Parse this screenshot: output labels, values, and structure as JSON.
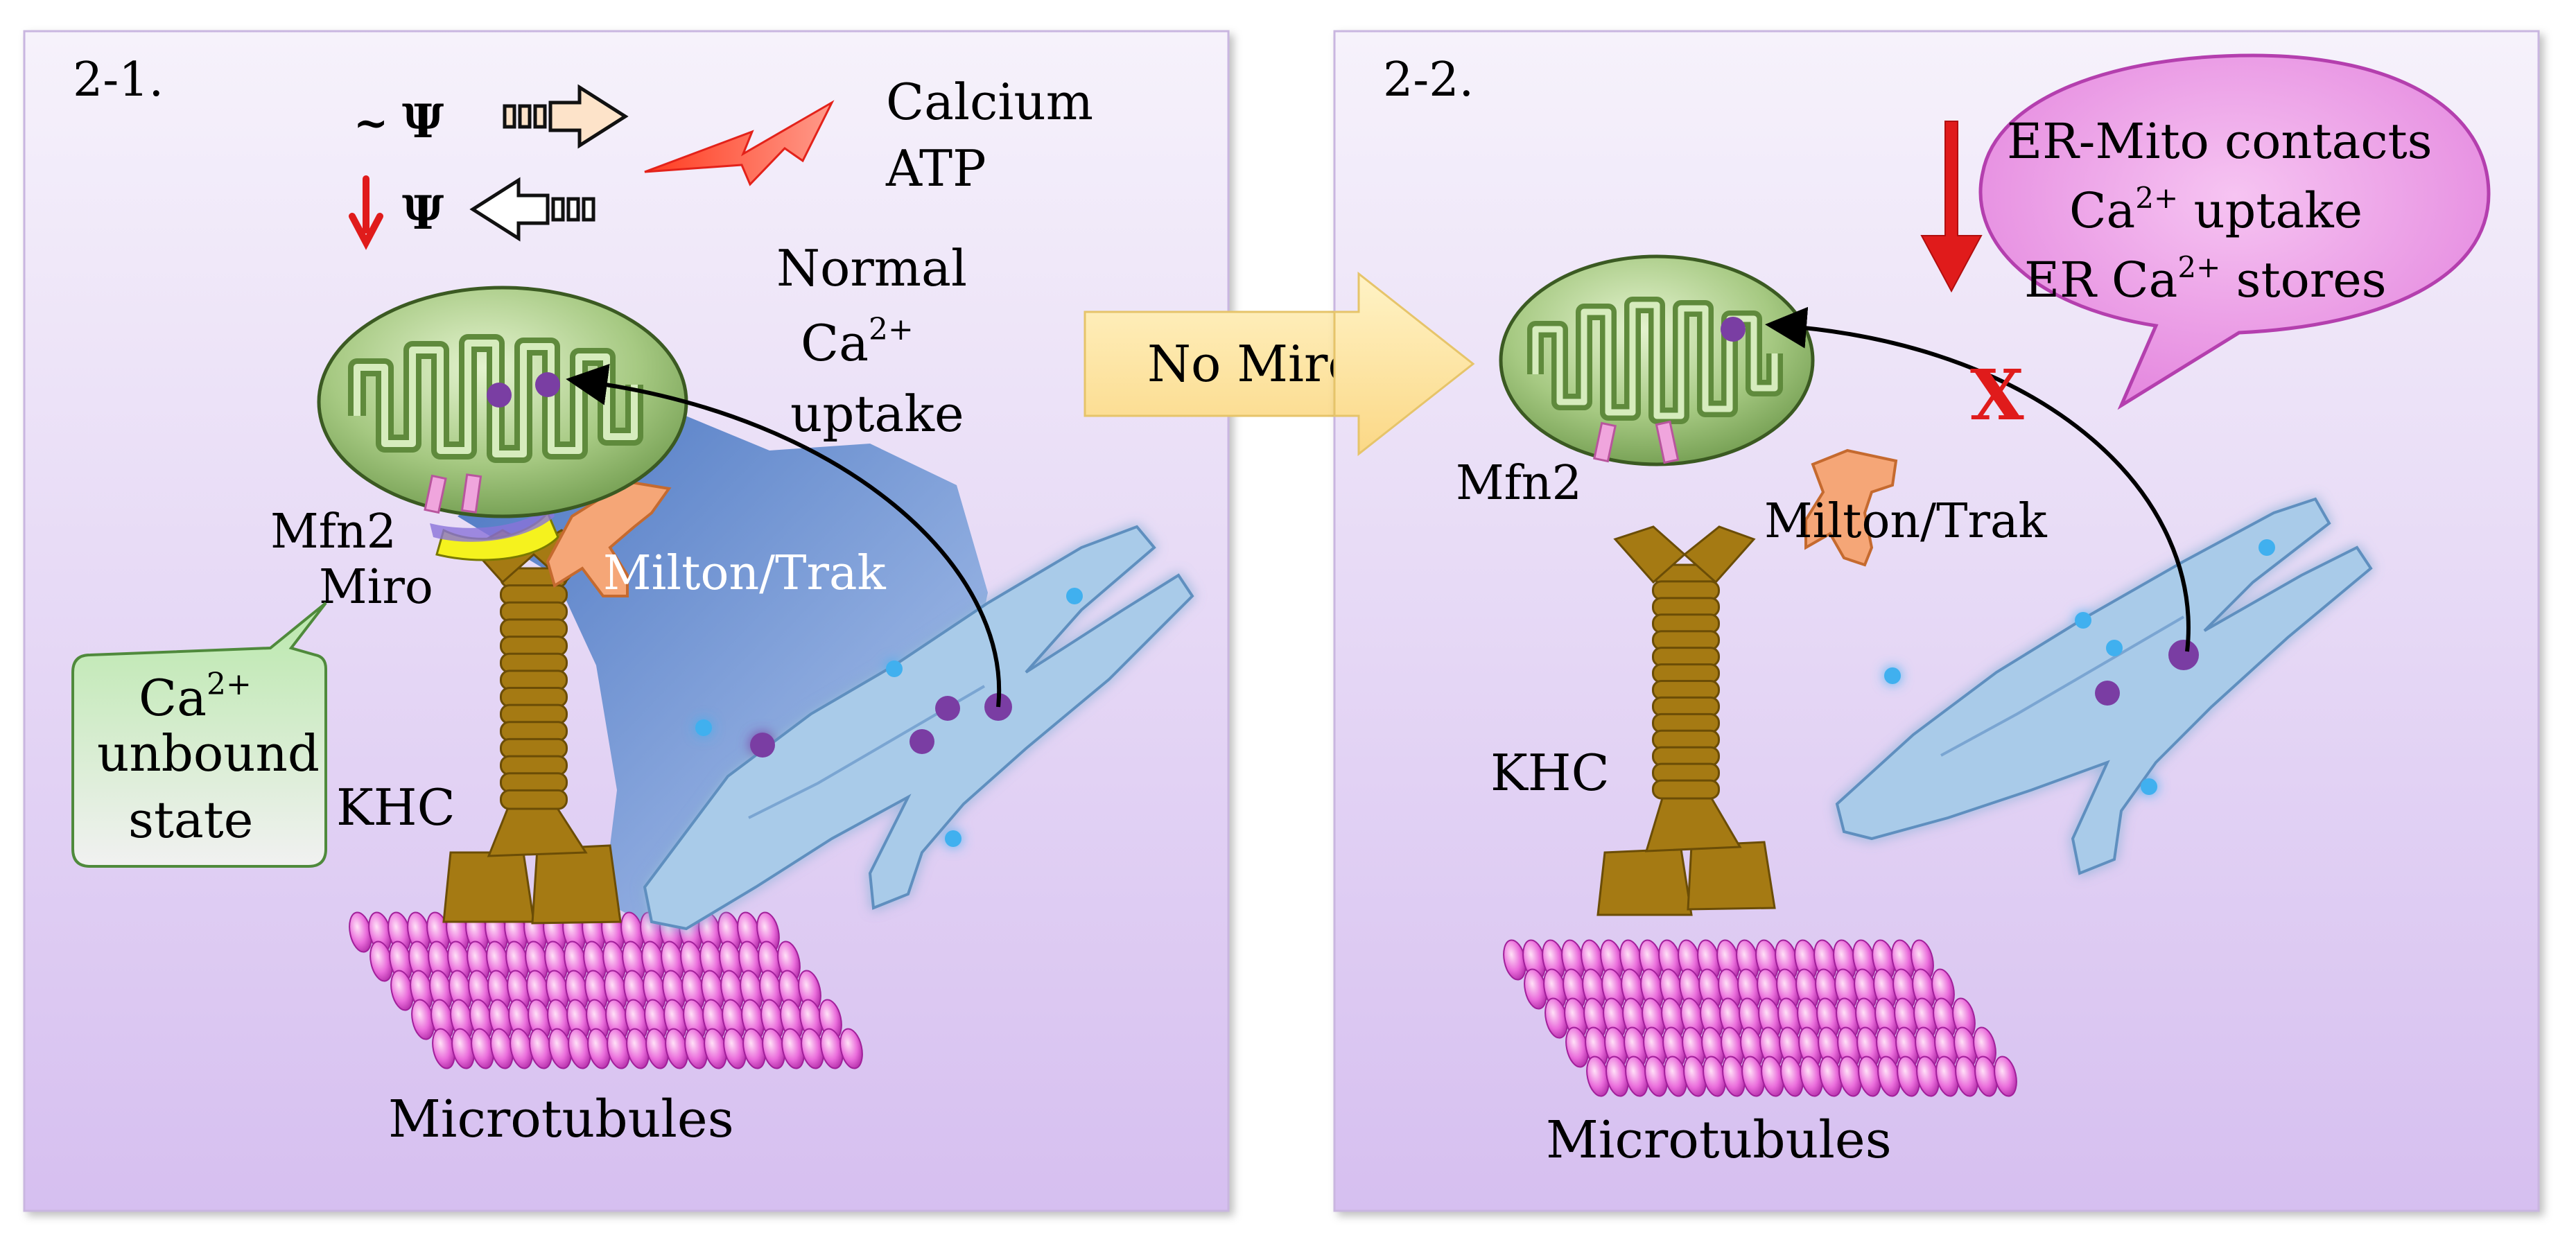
{
  "panel1": {
    "label": "2-1.",
    "psi_symbol": "Ψ",
    "psi_tilde": "~",
    "stimulus_line1": "Calcium",
    "stimulus_line2": "ATP",
    "uptake_line1": "Normal",
    "uptake_line2_base": "Ca",
    "uptake_line2_sup": "2+",
    "uptake_line3": "uptake",
    "mfn2": "Mfn2",
    "miro": "Miro",
    "milton": "Milton/Trak",
    "khc": "KHC",
    "state_line1_base": "Ca",
    "state_line1_sup": "2+",
    "state_line2": "unbound",
    "state_line3": "state",
    "microtubules": "Microtubules"
  },
  "transition": {
    "label": "No Miro"
  },
  "panel2": {
    "label": "2-2.",
    "bubble_line1": "ER-Mito contacts",
    "bubble_line2_base": "Ca",
    "bubble_line2_sup": "2+",
    "bubble_line2_rest": " uptake",
    "bubble_line3_pre": "ER Ca",
    "bubble_line3_sup": "2+",
    "bubble_line3_rest": " stores",
    "blocked_mark": "X",
    "mfn2": "Mfn2",
    "milton": "Milton/Trak",
    "khc": "KHC",
    "microtubules": "Microtubules"
  },
  "colors": {
    "panel_top": "#f4effa",
    "panel_bottom": "#d8c3f0",
    "mitochondria": "#a6c982",
    "er": "#a9cbe9",
    "kinesin": "#a57a13",
    "microtubule": "#e565d8",
    "milton": "#f5a677",
    "miro": "#f5f21e",
    "down_arrow": "#e01b1b",
    "transition_arrow": "#fde29a",
    "speech_bubble": "#ec97e6",
    "callout_box": "#c7edbd"
  }
}
